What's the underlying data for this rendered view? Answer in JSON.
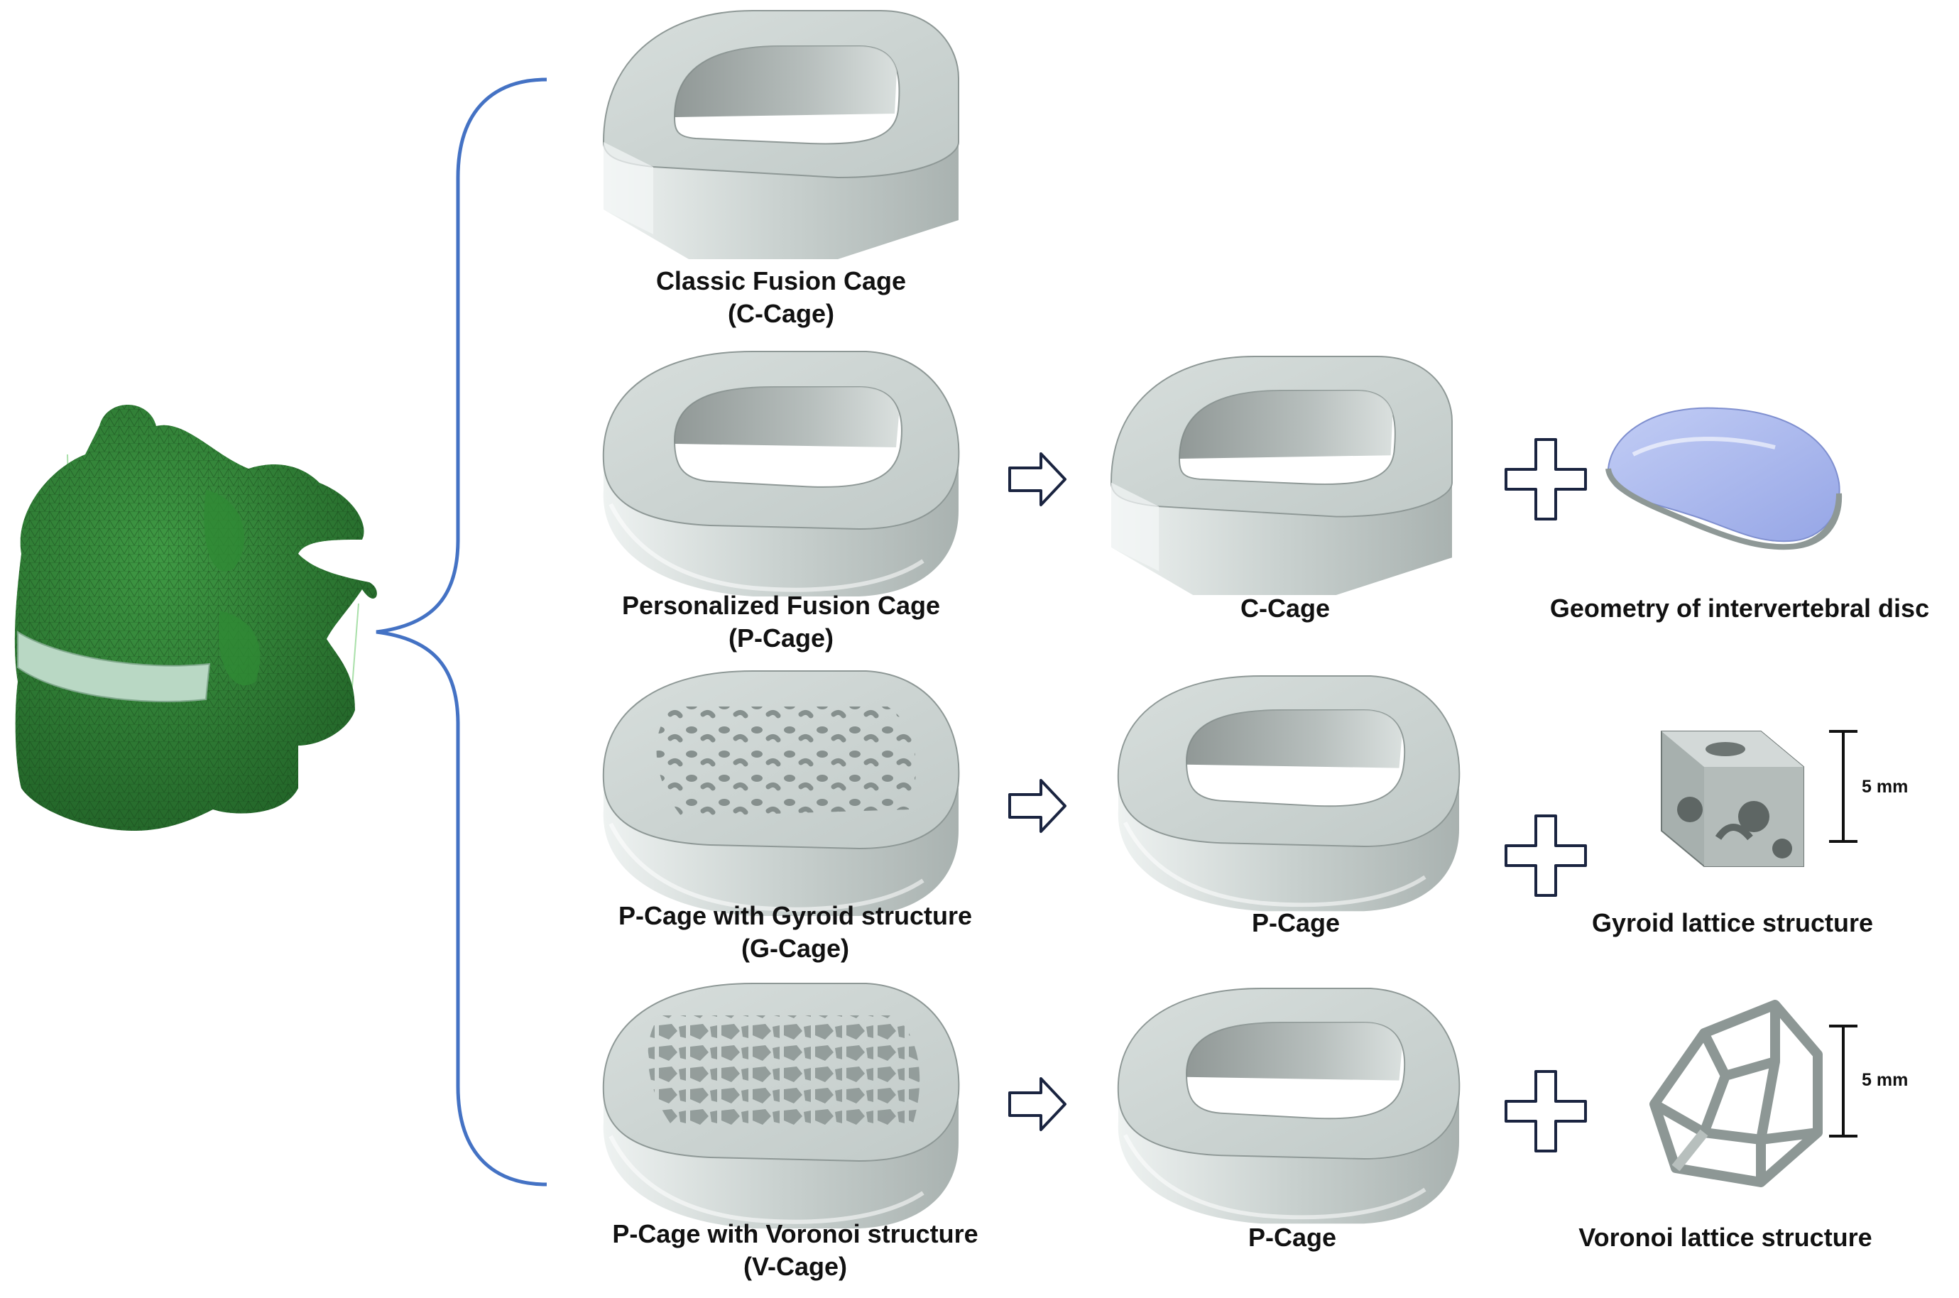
{
  "colors": {
    "bracket": "#4472c4",
    "cage": "#c4ccca",
    "cage_dark": "#9aa4a2",
    "vertebra": "#2e7d32",
    "disc": "#aab8ee",
    "arrow": "#1a2440"
  },
  "labels": {
    "c_cage": {
      "line1": "Classic Fusion Cage",
      "line2": "(C-Cage)"
    },
    "p_cage": {
      "line1": "Personalized Fusion Cage",
      "line2": "(P-Cage)"
    },
    "g_cage": {
      "line1": "P-Cage with Gyroid structure",
      "line2": "(G-Cage)"
    },
    "v_cage": {
      "line1": "P-Cage with Voronoi structure",
      "line2": "(V-Cage)"
    },
    "row2_mid": "C-Cage",
    "row2_right": "Geometry of intervertebral disc",
    "row3_mid": "P-Cage",
    "row3_right": "Gyroid lattice structure",
    "row4_mid": "P-Cage",
    "row4_right": "Voronoi lattice structure"
  },
  "scale": {
    "gyroid": "5 mm",
    "voronoi": "5 mm"
  },
  "icons": {
    "spine": "vertebra-model-icon",
    "bracket": "curly-brace-icon",
    "arrow": "right-arrow-icon",
    "plus": "plus-icon"
  }
}
